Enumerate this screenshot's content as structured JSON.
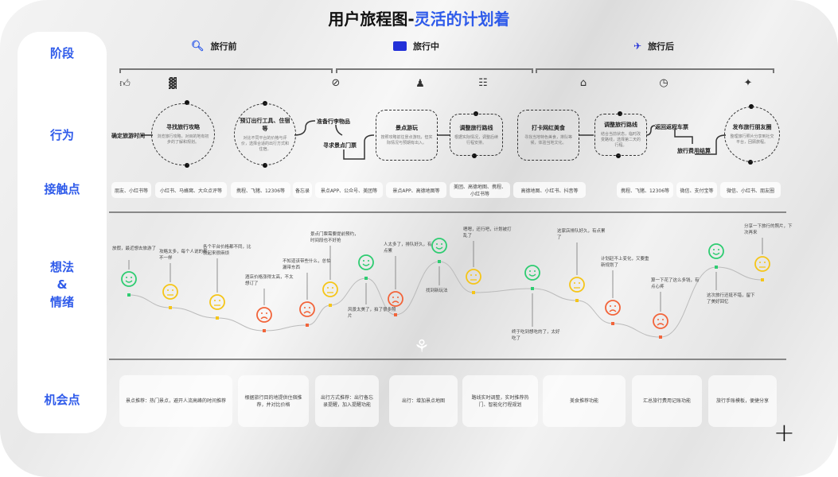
{
  "title": {
    "main": "用户旅程图-",
    "highlight": "灵活的计划着"
  },
  "colors": {
    "accent": "#2f5bea",
    "happy": "#2ecc71",
    "neutral": "#f5c518",
    "sad": "#f2643a"
  },
  "rows": {
    "stage": "阶段",
    "behavior": "行为",
    "touchpoint": "接触点",
    "thoughts": "想法",
    "amp": "&",
    "emotion": "情绪",
    "opportunity": "机会点"
  },
  "phases": [
    {
      "label": "旅行前",
      "icon": "search-icon"
    },
    {
      "label": "旅行中",
      "icon": "card-icon"
    },
    {
      "label": "旅行后",
      "icon": "plane-icon"
    }
  ],
  "behaviors": [
    {
      "title": "确定旅游时间"
    },
    {
      "title": "寻找旅行攻略",
      "desc": "浏览旅行攻略，对目的地有初步的了解和规划。"
    },
    {
      "title": "预订出行工具、住宿等",
      "desc": "对比不同平台的价格与评价，选择合适的出行方式和住宿。"
    },
    {
      "title": "准备行李物品"
    },
    {
      "title": "寻求景点门票"
    },
    {
      "title": "景点游玩",
      "desc": "按照攻略前往景点游玩，但实际情况与预期有出入。"
    },
    {
      "title": "调整旅行路线",
      "desc": "根据实际情况，调整后续行程安排。"
    },
    {
      "title": "打卡网红美食",
      "desc": "寻找当地特色美食，排队等候，体验当地文化。"
    },
    {
      "title": "调整旅行路线",
      "desc": "结合当前状态，临时改变路线，选择第二天的行程。"
    },
    {
      "title": "返回返程车票"
    },
    {
      "title": "旅行费用结算"
    },
    {
      "title": "发布旅行朋友圈",
      "desc": "整理旅行照片分享到社交平台，回顾旅程。"
    }
  ],
  "touchpoints": [
    "朋友、小红书等",
    "小红书、马蜂窝、大众点评等",
    "携程、飞猪、12306等",
    "备忘录",
    "景点APP、公众号、美团等",
    "景点APP、高德地图等",
    "美团、高德地图、携程、小红书等",
    "高德地图、小红书、抖音等",
    "携程、飞猪、12306等",
    "微信、支付宝等",
    "微信、小红书、朋友圈"
  ],
  "emotions": [
    {
      "mood": "happy",
      "comment": "放假，最近想去旅游了"
    },
    {
      "mood": "neutral",
      "comment": "攻略太多，每个人说的都不一样"
    },
    {
      "mood": "neutral",
      "comment": "各个平台价格都不同，比较起来很麻烦"
    },
    {
      "mood": "sad",
      "comment": "酒店价格涨得太高，不太想订了"
    },
    {
      "mood": "sad",
      "comment": "不知道该带些什么，总怕漏带东西"
    },
    {
      "mood": "neutral",
      "comment": "景点门票需要提前预约，时间段也不好抢"
    },
    {
      "mood": "happy",
      "comment": "风景太美了，拍了很多照片"
    },
    {
      "mood": "sad",
      "comment": "人太多了，排队好久，有点累"
    },
    {
      "mood": "happy",
      "comment": "找到新玩法"
    },
    {
      "mood": "neutral",
      "comment": "嗯嗯，还行吧，计划被打乱了"
    },
    {
      "mood": "happy",
      "comment": "终于吃到想吃的了，太好吃了"
    },
    {
      "mood": "neutral",
      "comment": "这家店排队好久，有点累了"
    },
    {
      "mood": "sad",
      "comment": "计划赶不上变化，又要重新规划了"
    },
    {
      "mood": "sad",
      "comment": "算一下花了这么多钱，有点心疼"
    },
    {
      "mood": "happy",
      "comment": "这次旅行还挺不错，留下了美好回忆"
    },
    {
      "mood": "neutral",
      "comment": "分享一下旅行的照片，下次再来"
    }
  ],
  "opportunities": [
    "景点推荐：热门景点，避开人流高峰的时间推荐",
    "根据旅行目的地提供住宿推荐，并对比价格",
    "出行方式推荐：出行备忘录提醒，加入提醒功能",
    "出行：增加景点地图",
    "路线实时调整，实时推荐热门、智能化行程规划",
    "美食推荐功能",
    "汇总旅行费用记账功能",
    "旅行手账模板，便捷分享"
  ]
}
